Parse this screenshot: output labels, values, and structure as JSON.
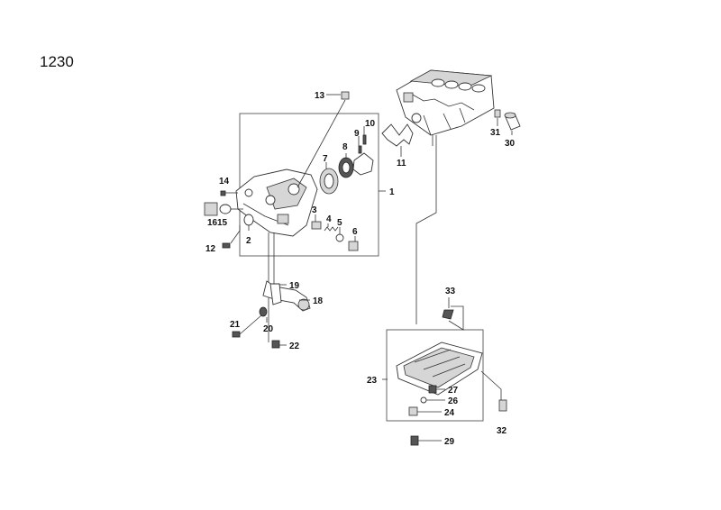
{
  "diagram": {
    "code": "1230",
    "callouts": {
      "c1": "1",
      "c2": "2",
      "c3": "3",
      "c4": "4",
      "c5": "5",
      "c6": "6",
      "c7": "7",
      "c8": "8",
      "c9": "9",
      "c10": "10",
      "c11": "11",
      "c12": "12",
      "c13": "13",
      "c14": "14",
      "c15": "15",
      "c16": "16",
      "c18": "18",
      "c19": "19",
      "c20": "20",
      "c21": "21",
      "c22": "22",
      "c23": "23",
      "c24": "24",
      "c26": "26",
      "c27": "27",
      "c29": "29",
      "c30": "30",
      "c31": "31",
      "c32": "32",
      "c33": "33"
    }
  }
}
